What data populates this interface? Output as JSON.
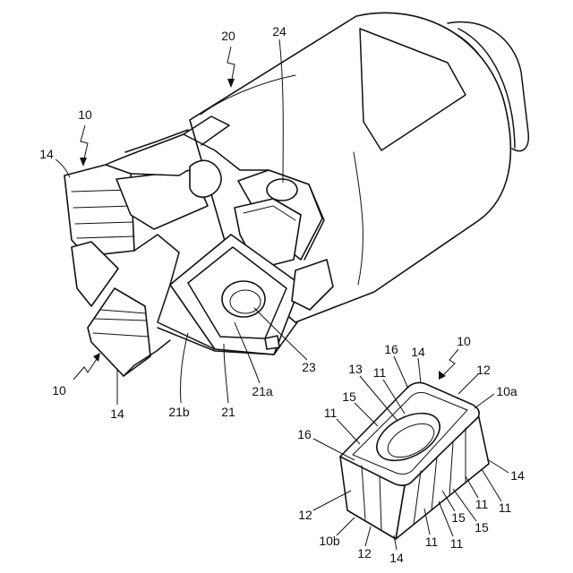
{
  "figure": {
    "cutter_labels": [
      "20",
      "24",
      "10",
      "14",
      "10",
      "14",
      "21b",
      "21",
      "21a",
      "23"
    ],
    "insert_labels": [
      "10",
      "16",
      "14",
      "12",
      "13",
      "11",
      "10a",
      "15",
      "11",
      "16",
      "14",
      "11",
      "11",
      "15",
      "15",
      "12",
      "10b",
      "12",
      "14",
      "11",
      "11"
    ]
  }
}
